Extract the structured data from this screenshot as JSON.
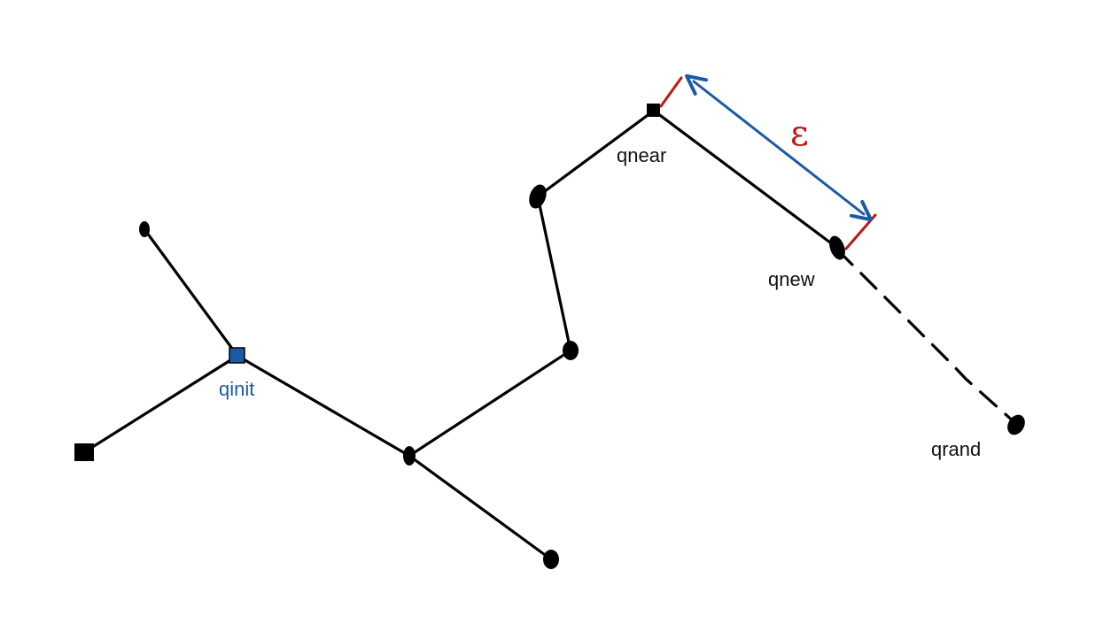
{
  "labels": {
    "qinit": "qinit",
    "qnear": "qnear",
    "qnew": "qnew",
    "qrand": "qrand",
    "step": "ε"
  },
  "colors": {
    "edge": "#000000",
    "qinit": "#1b5aa5",
    "step_arrow": "#1b5aa5",
    "step_ticks": "#c01616"
  }
}
